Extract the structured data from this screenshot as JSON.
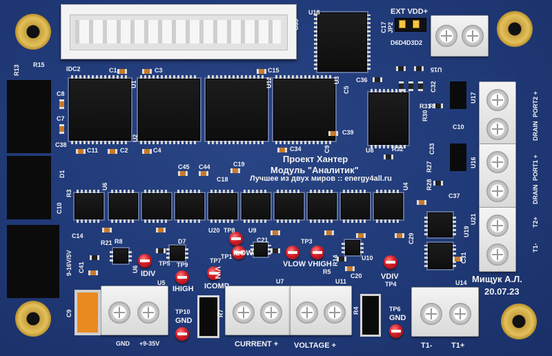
{
  "title_ru": "Проект Хантер",
  "subtitle_ru": "Модуль \"Аналитик\"",
  "slogan_ru": "Лучшее из двух миров :: energy4all.ru",
  "author": "Мищук А.Л.",
  "date": "20.07.23",
  "connector_labels": {
    "power_gnd": "GND",
    "power_v": "+9-35V",
    "current": "CURRENT +",
    "voltage": "VOLTAGE +",
    "t_minus": "T1-",
    "t_plus": "T1+",
    "port2_plus": "PORT2 +",
    "port2_drain": "DRAIN",
    "port1_plus": "PORT1 +",
    "port1_drain": "DRAIN",
    "t2_plus": "T2+",
    "t1_minus_side": "T1-",
    "ext_vdd": "EXT VDD+",
    "supply_range": "9-16V/5V"
  },
  "testpoints": {
    "idiv": "IDIV",
    "ihigh": "IHIGH",
    "icomp": "ICOMP",
    "ilow": "ILOW",
    "vlow": "VLOW",
    "vhigh": "VHIGH",
    "vdiv": "VDIV",
    "vin": "VIN",
    "gnd1": "GND",
    "gnd2": "GND",
    "tp10": "TP10",
    "tp6": "TP6",
    "tp4": "TP4",
    "tp5": "TP5",
    "tp9": "TP9",
    "tp7": "TP7",
    "tp1": "TP1",
    "tp8": "TP8",
    "tp3": "TP3"
  },
  "refdes": {
    "idc2": "IDC2",
    "u18": "U18",
    "c35": "C35",
    "c17": "C17",
    "jp2": "JP2",
    "d6d4d3d2": "D6D4D3D2",
    "u15": "U15",
    "r13": "R13",
    "r15": "R15",
    "c1": "C1",
    "c3": "C3",
    "c15": "C15",
    "u1": "U1",
    "u12": "U12",
    "u3": "U3",
    "c5": "C5",
    "c36": "C36",
    "c32": "C32",
    "u17": "U17",
    "r29": "R29",
    "r31": "R31",
    "r30": "R30",
    "c8": "C8",
    "c7": "C7",
    "c38": "C38",
    "d1": "D1",
    "c11": "C11",
    "c2": "C2",
    "c4": "C4",
    "u2": "U2",
    "c39": "C39",
    "c34": "C34",
    "c9b": "C9",
    "r32": "R32",
    "u8": "U8",
    "c10": "C10",
    "c33": "C33",
    "u16": "U16",
    "c45": "C45",
    "c44": "C44",
    "c19": "C19",
    "c18": "C18",
    "r27": "R27",
    "r28": "R28",
    "r3": "R3",
    "u6": "U6",
    "u4": "U4",
    "u5": "U5",
    "u7": "U7",
    "u11": "U11",
    "u14": "U14",
    "u19": "U19",
    "u21": "U21",
    "c37": "C37",
    "c14": "C14",
    "r21": "R21",
    "r8": "R8",
    "d7": "D7",
    "u20": "U20",
    "u9": "U9",
    "c21": "C21",
    "r14": "R14",
    "r5": "R5",
    "u10": "U10",
    "c20": "C20",
    "c29": "C29",
    "c31": "C31",
    "c9": "C9",
    "r7": "R7",
    "r4": "R4",
    "c6": "C6",
    "c41": "C41",
    "u3b": "U3"
  }
}
